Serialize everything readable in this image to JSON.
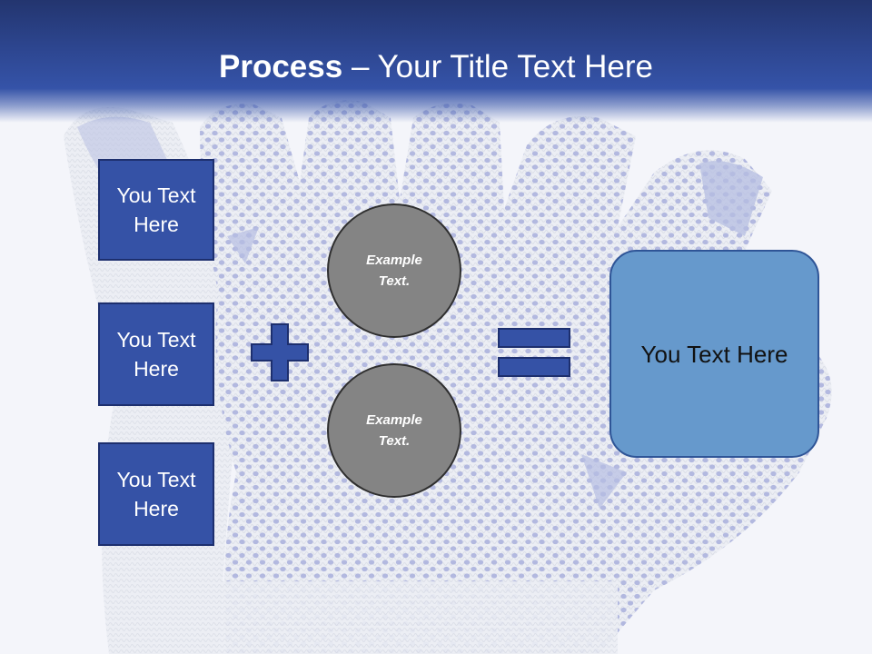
{
  "slide": {
    "title_bold": "Process",
    "title_separator": " – ",
    "title_rest": "Your Title Text Here"
  },
  "left_boxes": [
    {
      "text": "You Text Here"
    },
    {
      "text": "You Text Here"
    },
    {
      "text": "You Text Here"
    }
  ],
  "operators": {
    "plus": "plus-icon",
    "equals": "equals-icon"
  },
  "circles": [
    {
      "text": "Example Text."
    },
    {
      "text": "Example Text."
    }
  ],
  "result": {
    "text": "You Text Here"
  },
  "colors": {
    "header": "#2d4690",
    "box_fill": "#3552a6",
    "box_border": "#1d2f6e",
    "circle_fill": "#848484",
    "result_fill": "#6699cc",
    "background": "#f4f5fa"
  }
}
